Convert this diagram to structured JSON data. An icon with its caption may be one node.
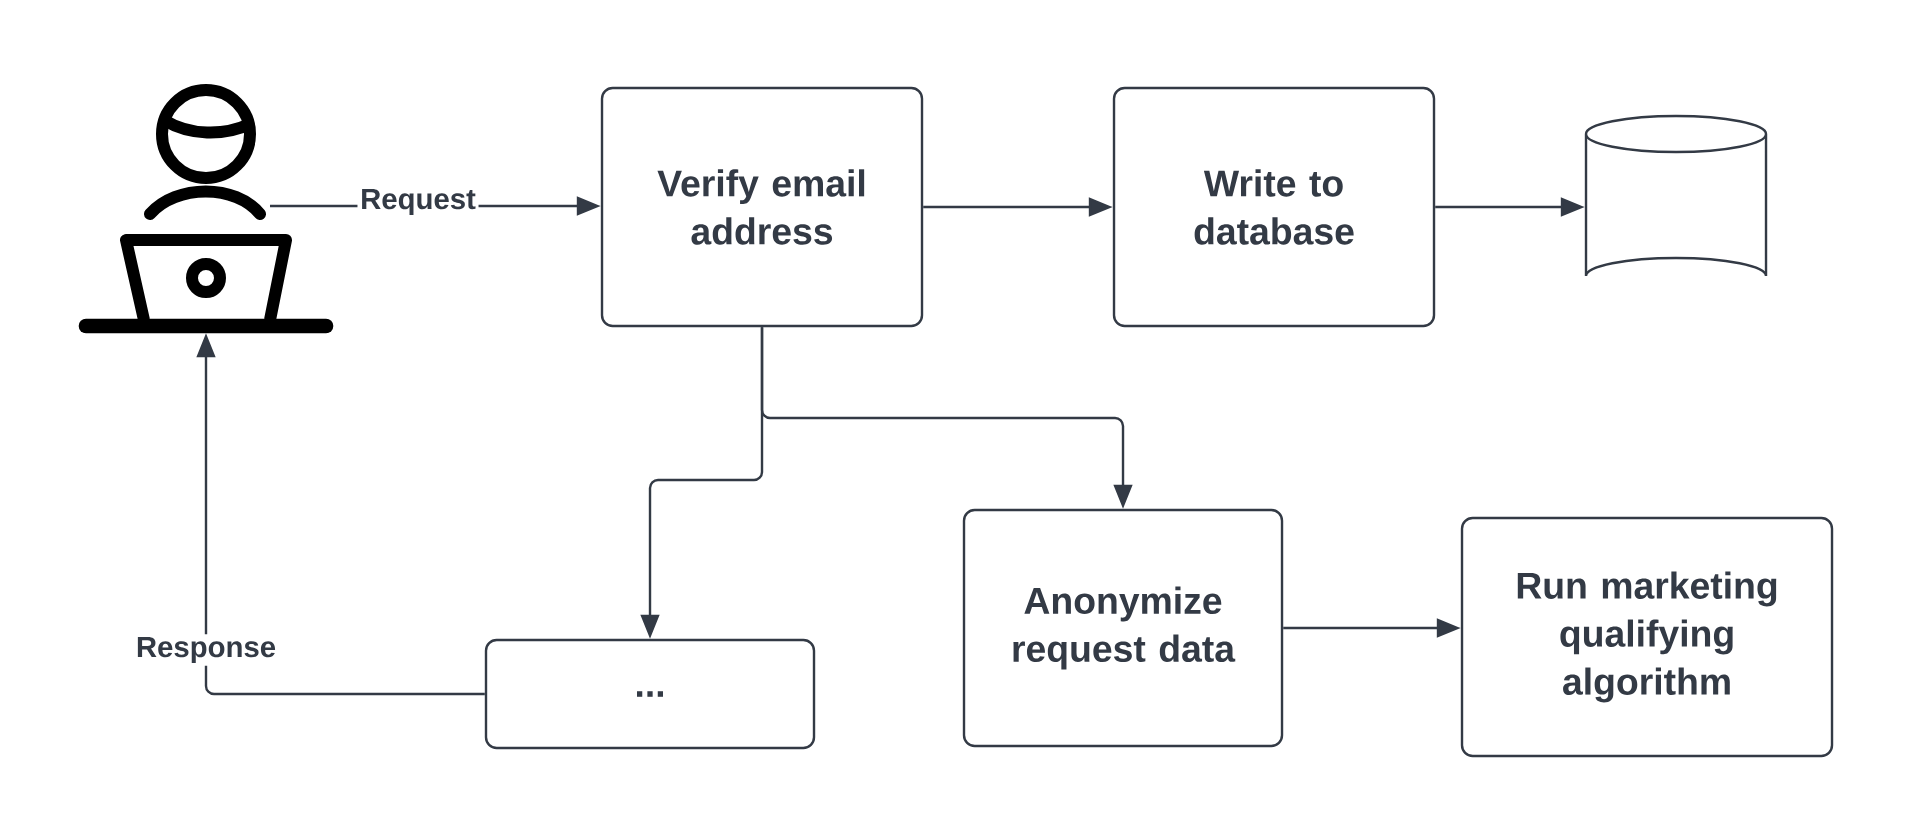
{
  "diagram": {
    "nodes": [
      {
        "text": [],
        "shape": "picture"
      },
      {
        "text": [
          "Verify email address"
        ]
      },
      {
        "text": [
          "Write to database"
        ]
      },
      {
        "text": [],
        "shape": "cylinder"
      },
      {
        "text": [
          "..."
        ]
      },
      {
        "text": [
          "Anonymize request data"
        ]
      },
      {
        "text": [
          "Run marketing qualifying algorithm"
        ]
      }
    ],
    "edges": [
      {
        "from": 0,
        "to": 1,
        "arrow": "to",
        "label": "Request"
      },
      {
        "from": 1,
        "to": 2,
        "arrow": "to"
      },
      {
        "from": 2,
        "to": 3,
        "arrow": "to"
      },
      {
        "from": 1,
        "to": 4,
        "arrow": "to"
      },
      {
        "from": 1,
        "to": 5,
        "arrow": "to"
      },
      {
        "from": 4,
        "to": 0,
        "arrow": "to",
        "label": "Response"
      },
      {
        "from": 5,
        "to": 6,
        "arrow": "to"
      }
    ]
  }
}
